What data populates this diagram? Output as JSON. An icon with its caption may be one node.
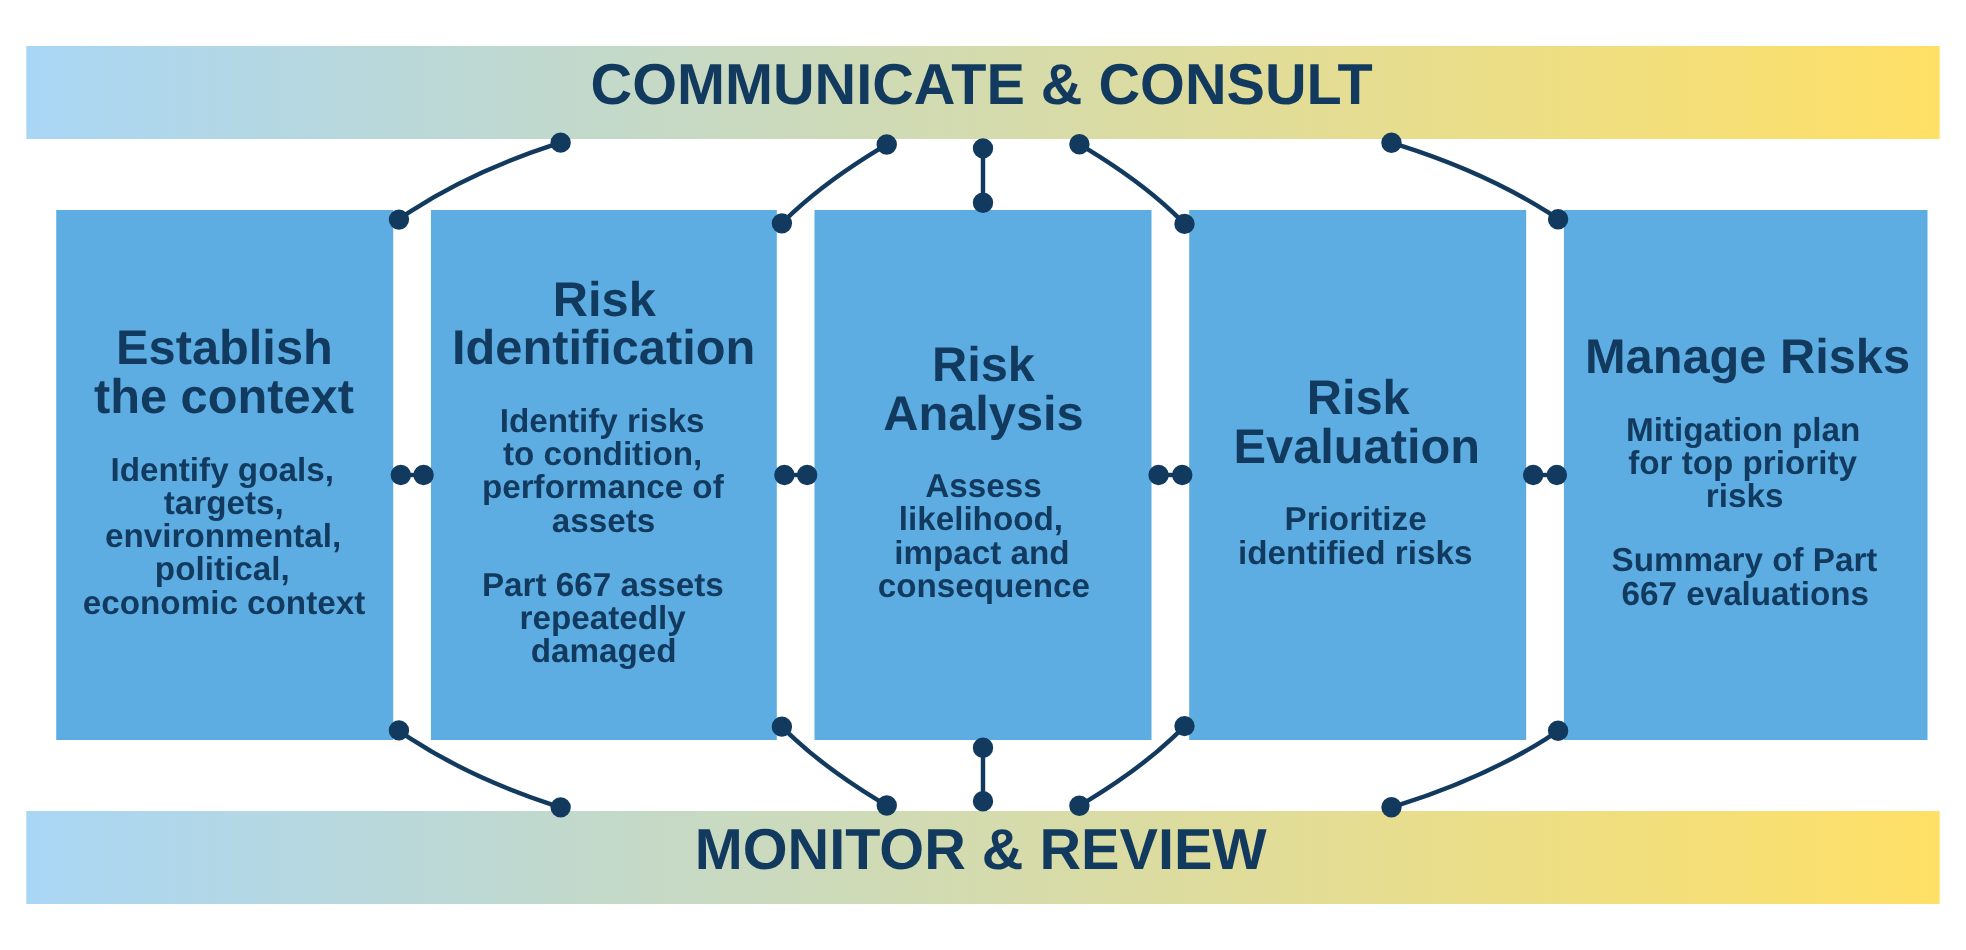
{
  "diagram": {
    "nodes": [
      {
        "text": [
          "COMMUNICATE & CONSULT"
        ]
      },
      {
        "text": [
          "Establish the context",
          "Identify goals, targets, environmental, political, economic context"
        ]
      },
      {
        "text": [
          "Risk Identification",
          "Identify risks to condition, performance of assets",
          "Part 667 assets repeatedly damaged"
        ]
      },
      {
        "text": [
          "Risk Analysis",
          "Assess likelihood, impact and consequence"
        ]
      },
      {
        "text": [
          "Risk Evaluation",
          "Prioritize identified risks"
        ]
      },
      {
        "text": [
          "Manage Risks",
          "Mitigation plan for top priority risks",
          "Summary of Part 667 evaluations"
        ]
      },
      {
        "text": [
          "MONITOR & REVIEW"
        ]
      }
    ],
    "edges": [
      {
        "from": 0,
        "to": 1,
        "arrow": "other"
      },
      {
        "from": 0,
        "to": 2,
        "arrow": "other"
      },
      {
        "from": 0,
        "to": 3,
        "arrow": "other"
      },
      {
        "from": 0,
        "to": 4,
        "arrow": "other"
      },
      {
        "from": 0,
        "to": 5,
        "arrow": "other"
      },
      {
        "from": 1,
        "to": 2,
        "arrow": "other"
      },
      {
        "from": 2,
        "to": 3,
        "arrow": "other"
      },
      {
        "from": 3,
        "to": 4,
        "arrow": "other"
      },
      {
        "from": 4,
        "to": 5,
        "arrow": "other"
      },
      {
        "from": 1,
        "to": 6,
        "arrow": "other"
      },
      {
        "from": 2,
        "to": 6,
        "arrow": "other"
      },
      {
        "from": 3,
        "to": 6,
        "arrow": "other"
      },
      {
        "from": 4,
        "to": 6,
        "arrow": "other"
      },
      {
        "from": 5,
        "to": 6,
        "arrow": "other"
      }
    ]
  }
}
